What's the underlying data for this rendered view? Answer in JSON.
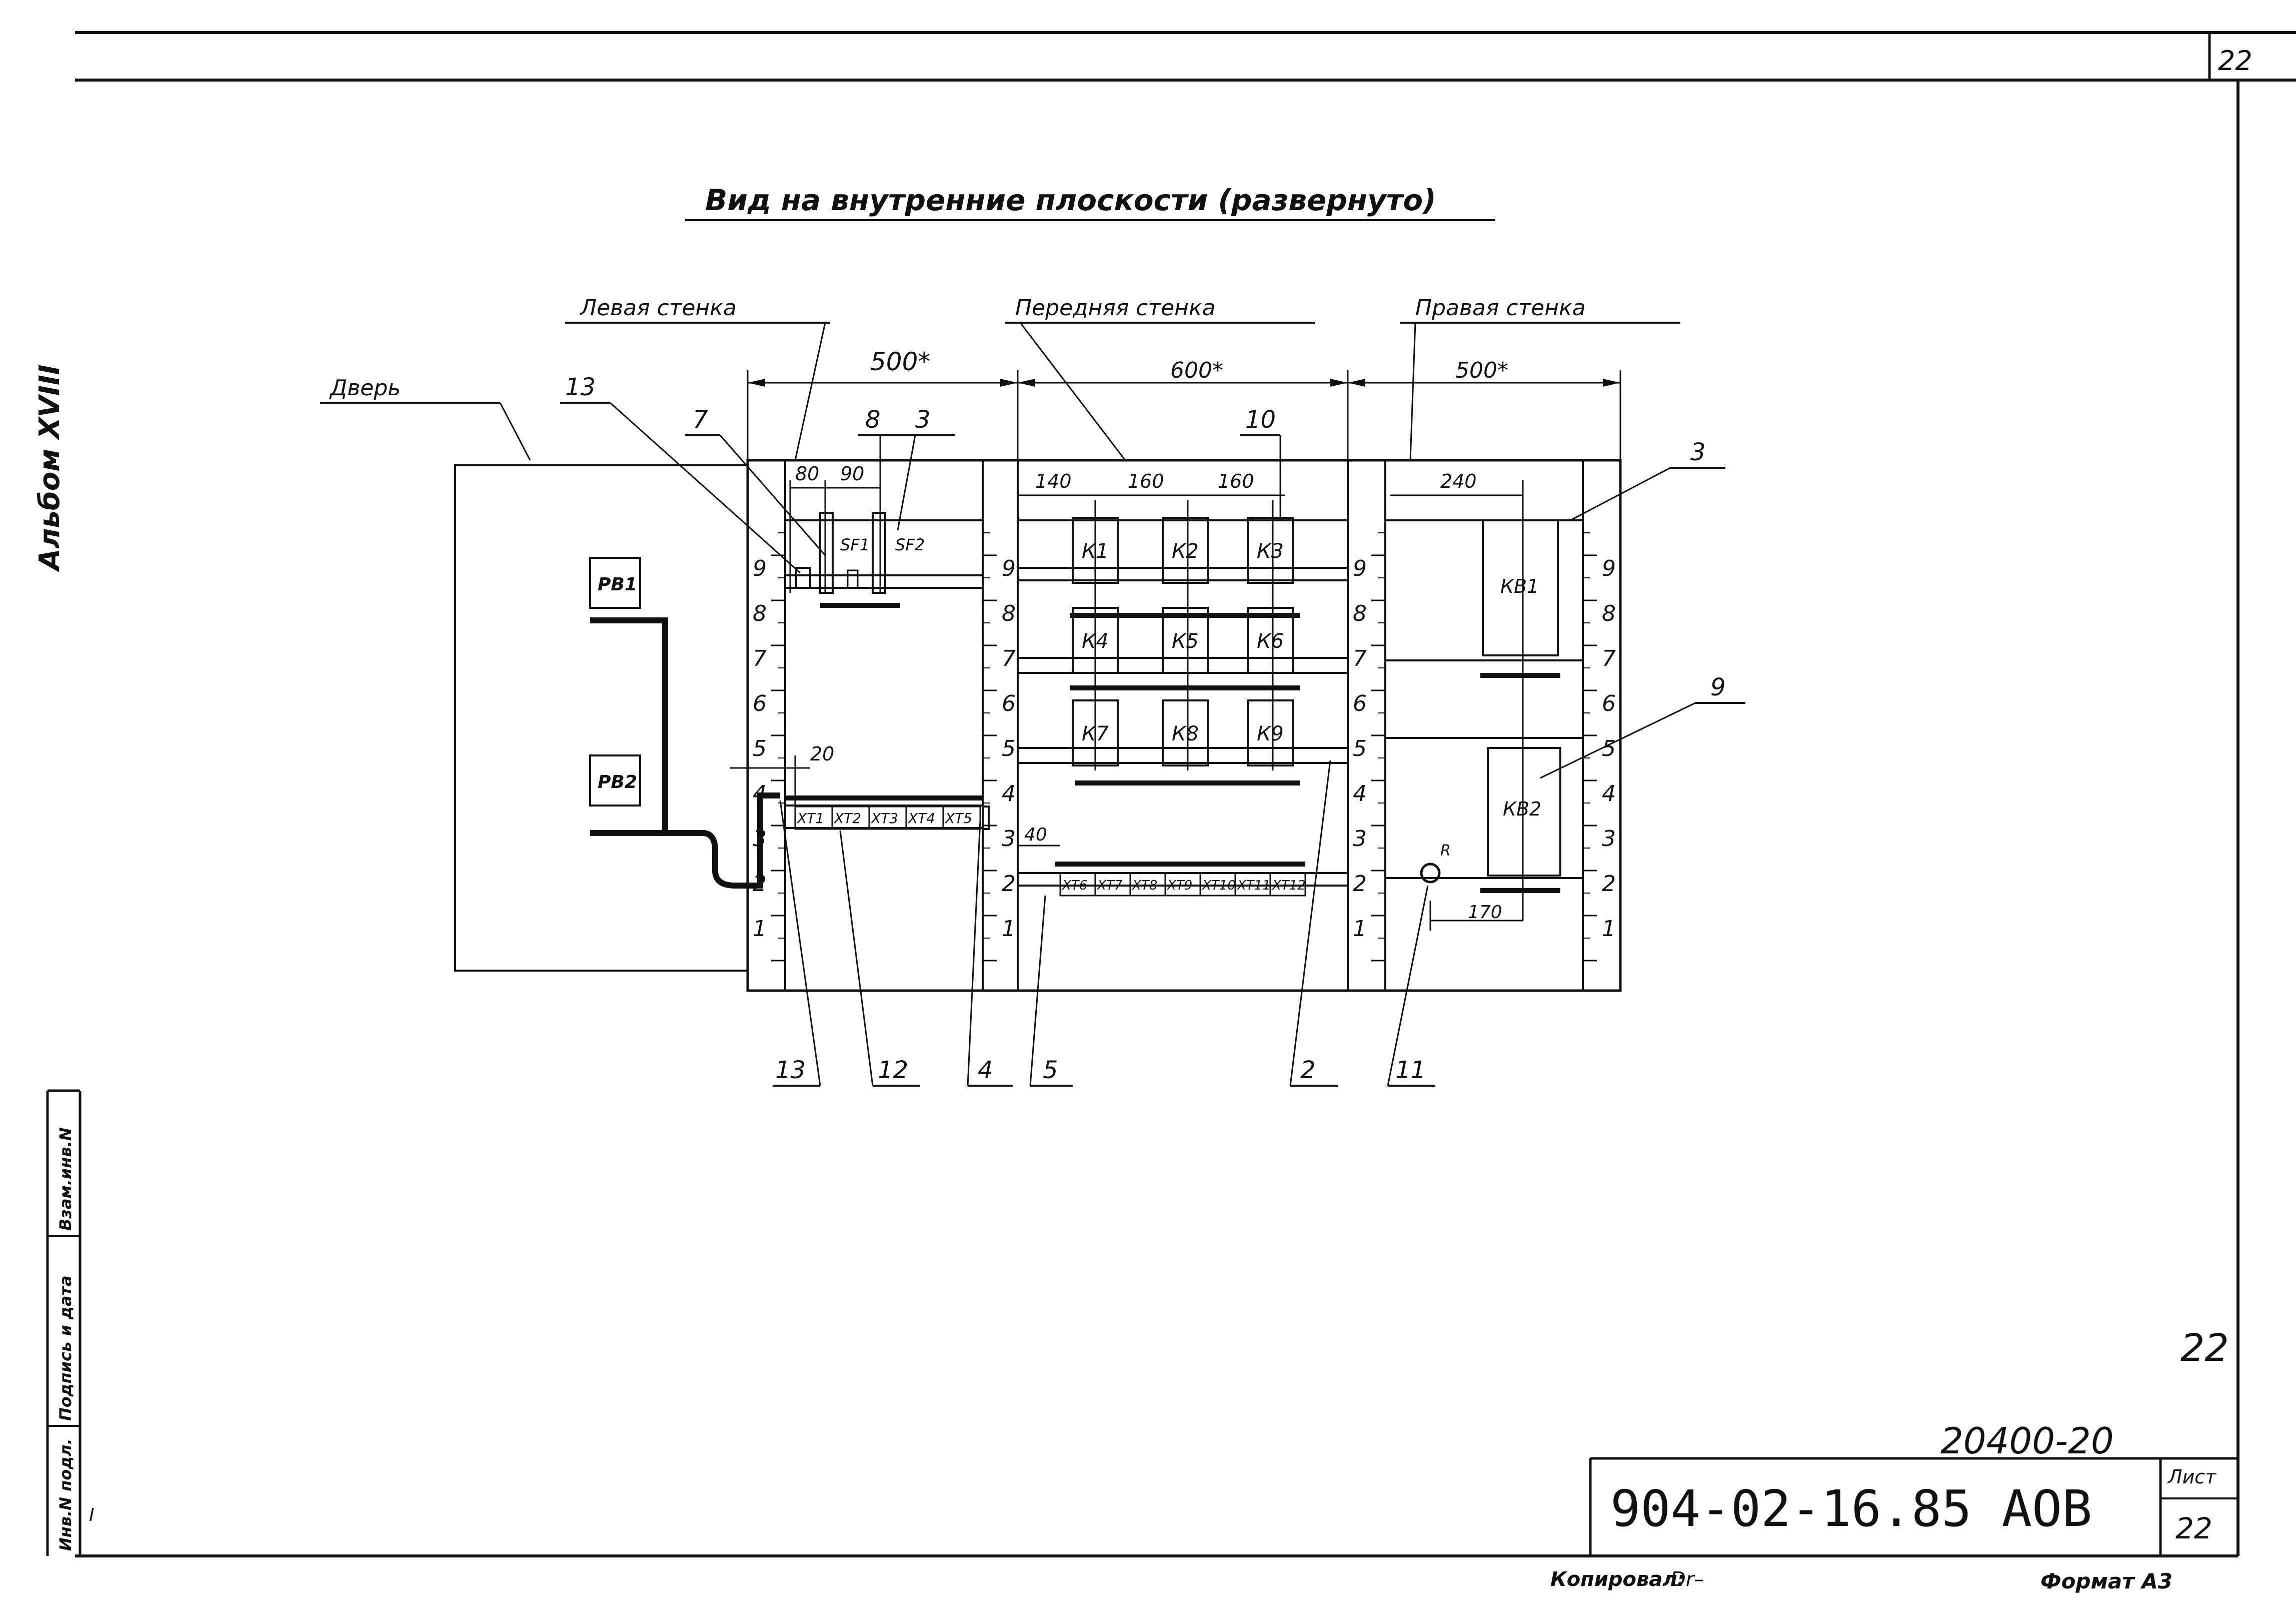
{
  "sheet": {
    "corner_page": "22",
    "album": "Альбом XVIII",
    "margin_labels": [
      "Инв.N подл.",
      "Подпись и дата",
      "Взам.инв.N"
    ],
    "margin_mark": "I",
    "page_mark": "22",
    "doc_code_hand": "20400-20",
    "doc_code": "904-02-16.85 АОВ",
    "sheet_label": "Лист",
    "sheet_number": "22",
    "copied_by": "Копировал:",
    "copied_sign": "Dr–",
    "format": "Формат А3"
  },
  "drawing": {
    "title": "Вид на внутренние плоскости (развернуто)",
    "headers": {
      "left_wall": "Левая стенка",
      "front_wall": "Передняя стенка",
      "right_wall": "Правая стенка",
      "door": "Дверь"
    },
    "dims": {
      "left_width": "500*",
      "front_width": "600*",
      "right_width": "500*",
      "d80": "80",
      "d90": "90",
      "d140": "140",
      "d160a": "160",
      "d160b": "160",
      "d240": "240",
      "d20": "20",
      "d40": "40",
      "d170": "170",
      "radius": "R"
    },
    "scale_marks": [
      "1",
      "2",
      "3",
      "4",
      "5",
      "6",
      "7",
      "8",
      "9"
    ],
    "door_items": [
      "РВ1",
      "РВ2"
    ],
    "breakers": [
      "SF1",
      "SF2"
    ],
    "contactors": [
      "К1",
      "К2",
      "К3",
      "К4",
      "К5",
      "К6",
      "К7",
      "К8",
      "К9"
    ],
    "right_items": [
      "КВ1",
      "КВ2"
    ],
    "terminals_left": [
      "ХТ1",
      "ХТ2",
      "ХТ3",
      "ХТ4",
      "ХТ5"
    ],
    "terminals_front": [
      "ХТ6",
      "ХТ7",
      "ХТ8",
      "ХТ9",
      "ХТ10",
      "ХТ11",
      "ХТ12"
    ],
    "callouts_top": [
      "13",
      "7",
      "8",
      "3",
      "10",
      "3",
      "9"
    ],
    "callouts_bottom": [
      "13",
      "12",
      "4",
      "5",
      "2",
      "11"
    ]
  }
}
